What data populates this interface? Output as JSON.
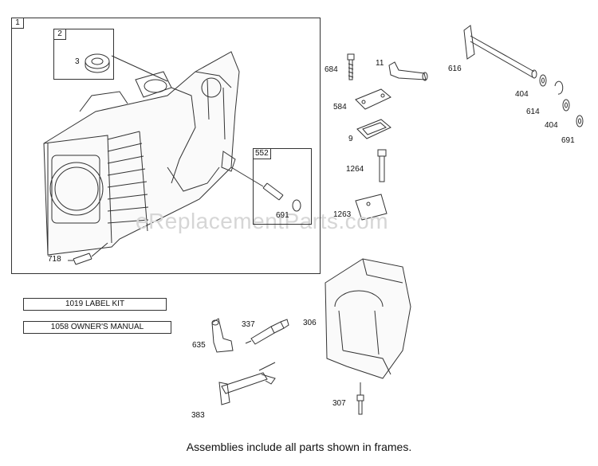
{
  "frames": {
    "main": "1",
    "seal_kit": "2",
    "pin_kit": "552"
  },
  "callouts": {
    "c3": "3",
    "c718": "718",
    "c691a": "691",
    "c684": "684",
    "c11": "11",
    "c616": "616",
    "c584": "584",
    "c9": "9",
    "c1264": "1264",
    "c1263": "1263",
    "c404a": "404",
    "c614": "614",
    "c404b": "404",
    "c691b": "691",
    "c337": "337",
    "c306": "306",
    "c635": "635",
    "c383": "383",
    "c307": "307"
  },
  "kits": {
    "label_kit": "1019 LABEL KIT",
    "owners_manual": "1058 OWNER'S MANUAL"
  },
  "watermark": "eReplacementParts.com",
  "caption": "Assemblies include all parts shown in frames."
}
